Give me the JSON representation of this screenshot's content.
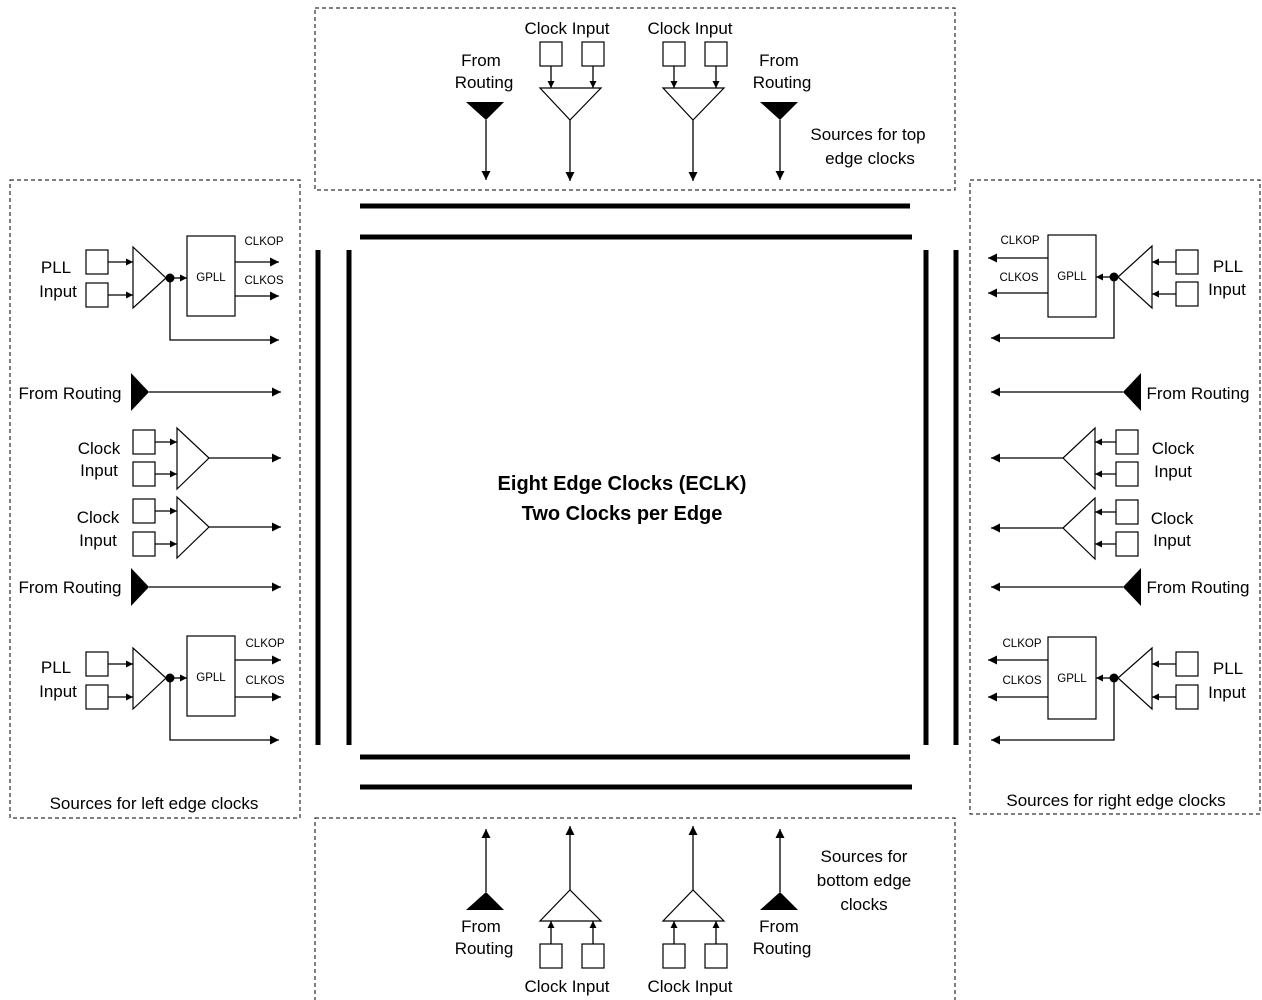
{
  "title": {
    "line1": "Eight Edge Clocks (ECLK)",
    "line2": "Two Clocks per Edge"
  },
  "panels": {
    "top": {
      "caption": [
        "Sources for  top",
        "edge clocks"
      ]
    },
    "left": {
      "caption": "Sources for left edge clocks"
    },
    "right": {
      "caption": "Sources for right edge clocks"
    },
    "bottom": {
      "caption": [
        "Sources for",
        "bottom edge",
        "clocks"
      ]
    }
  },
  "labels": {
    "from_routing": "From Routing",
    "from": "From",
    "routing": "Routing",
    "clock_input": "Clock Input",
    "clock": "Clock",
    "input": "Input",
    "pll": "PLL",
    "gpll": "GPLL",
    "clkop": "CLKOP",
    "clkos": "CLKOS"
  },
  "colors": {
    "line": "#000000",
    "background": "#ffffff"
  }
}
